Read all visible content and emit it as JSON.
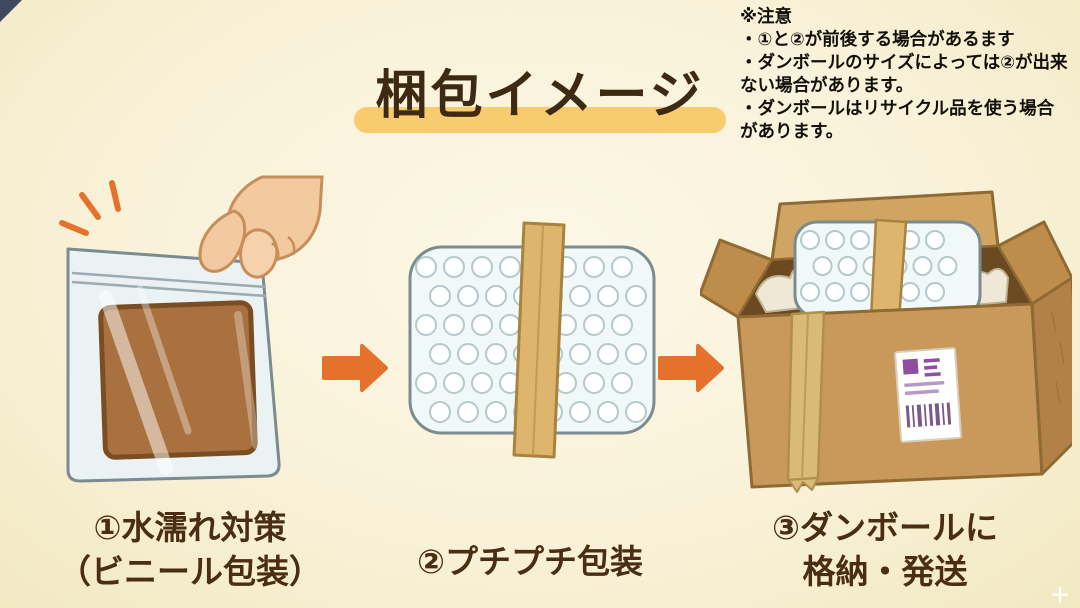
{
  "page": {
    "background": "#FAF4DC"
  },
  "title": {
    "text": "梱包イメージ",
    "highlight_color": "#F8CC6E",
    "text_color": "#3E2912"
  },
  "notes": {
    "heading": "※注意",
    "items": [
      "・①と②が前後する場合があるます",
      "・ダンボールのサイズによっては②が出来ない場合があります。",
      "・ダンボールはリサイクル品を使う場合があります。"
    ]
  },
  "steps": [
    {
      "icon": "ziplock-bag-illustration",
      "caption_line1": "①水濡れ対策",
      "caption_line2": "（ビニール包装）"
    },
    {
      "icon": "bubble-wrap-illustration",
      "caption_line1": "②プチプチ包装",
      "caption_line2": ""
    },
    {
      "icon": "cardboard-box-illustration",
      "caption_line1": "③ダンボールに",
      "caption_line2": "格納・発送"
    }
  ],
  "colors": {
    "arrow": "#E4722C",
    "caption_text": "#4A2D12",
    "cardboard": "#C9995B",
    "cardboard_dark": "#B28148",
    "bubble_fill": "#F1F8F8",
    "tape": "#DDB56C",
    "bag_plastic": "#EAF2F3",
    "item_brown": "#A9713F",
    "skin": "#F3C9A0",
    "label_purple": "#8E4FA0"
  },
  "watermark": {
    "bottom_right": "＋"
  }
}
